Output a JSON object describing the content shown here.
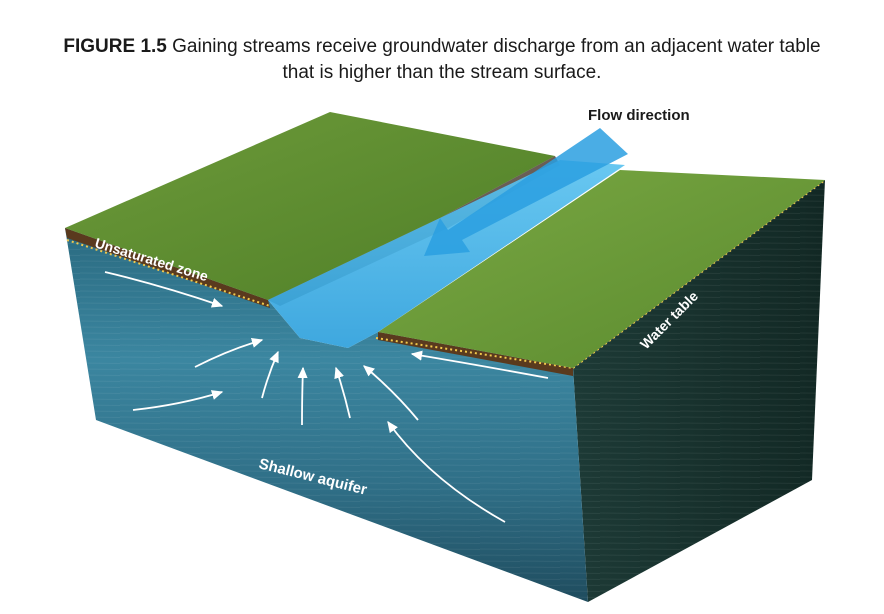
{
  "caption": {
    "figure_label": "FIGURE 1.5",
    "line1": "Gaining streams receive groundwater discharge from an adjacent water table",
    "line2": "that is higher than the stream surface."
  },
  "labels": {
    "flow_direction": "Flow direction",
    "unsaturated_zone": "Unsaturated zone",
    "water_table": "Water table",
    "shallow_aquifer": "Shallow aquifer"
  },
  "colors": {
    "grass": "#5a8a2e",
    "grass_dark": "#3f6a1f",
    "soil": "#5a3a1e",
    "water": "#3fb0e8",
    "aquifer_front": "#2e6f8a",
    "aquifer_side": "#1f3f3a",
    "water_table_line": "#f2c94c",
    "arrow": "#ffffff"
  }
}
